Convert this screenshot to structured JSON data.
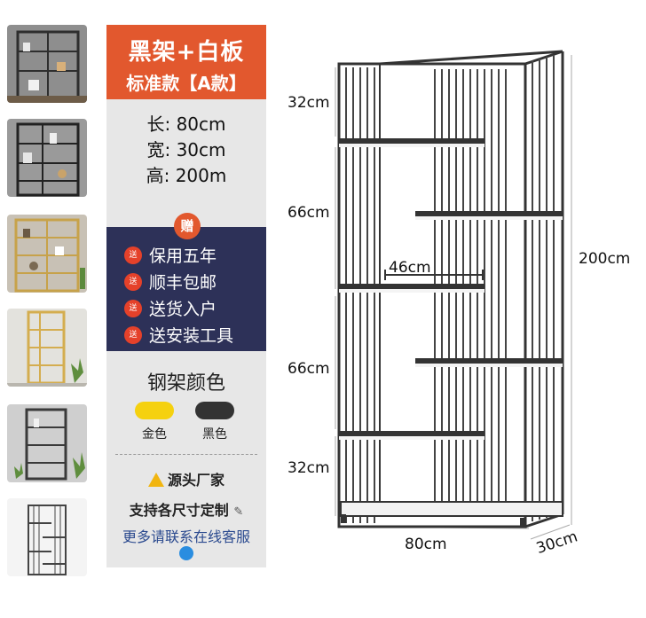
{
  "thumbnails": [
    {
      "name": "thumb-black-wall",
      "frame": "#3a3a3a",
      "bg": "#8e8e8e"
    },
    {
      "name": "thumb-black-room",
      "frame": "#2e2e2e",
      "bg": "#9a9a9a"
    },
    {
      "name": "thumb-gold-wall",
      "frame": "#c7a24a",
      "bg": "#c8c1b5"
    },
    {
      "name": "thumb-gold-plant",
      "frame": "#d4ad4f",
      "bg": "#e3e2dd"
    },
    {
      "name": "thumb-black-plant",
      "frame": "#3a3a3a",
      "bg": "#cfcfcf"
    },
    {
      "name": "thumb-black-white",
      "frame": "#444444",
      "bg": "#f4f4f4"
    }
  ],
  "product": {
    "title": "黑架+白板",
    "subtitle": "标准款【A款】",
    "length": "长: 80cm",
    "width": "宽: 30cm",
    "height": "高: 200m"
  },
  "perks": {
    "gift_label": "赠",
    "icon_label": "送",
    "items": [
      "保用五年",
      "顺丰包邮",
      "送货入户",
      "送安装工具"
    ]
  },
  "colors": {
    "title": "钢架颜色",
    "options": [
      {
        "label": "金色",
        "hex": "#f5d10f"
      },
      {
        "label": "黑色",
        "hex": "#333333"
      }
    ]
  },
  "notes": {
    "source": "源头厂家",
    "custom": "支持各尺寸定制",
    "contact": "更多请联系在线客服"
  },
  "dimensions": {
    "d32_top": "32cm",
    "d66_a": "66cm",
    "d46": "46cm",
    "d66_b": "66cm",
    "d32_bottom": "32cm",
    "d200": "200cm",
    "d80": "80cm",
    "d30": "30cm"
  },
  "palette": {
    "accent": "#e2582e",
    "navy": "#2d3158",
    "panel": "#e7e7e7",
    "frame": "#333333"
  }
}
